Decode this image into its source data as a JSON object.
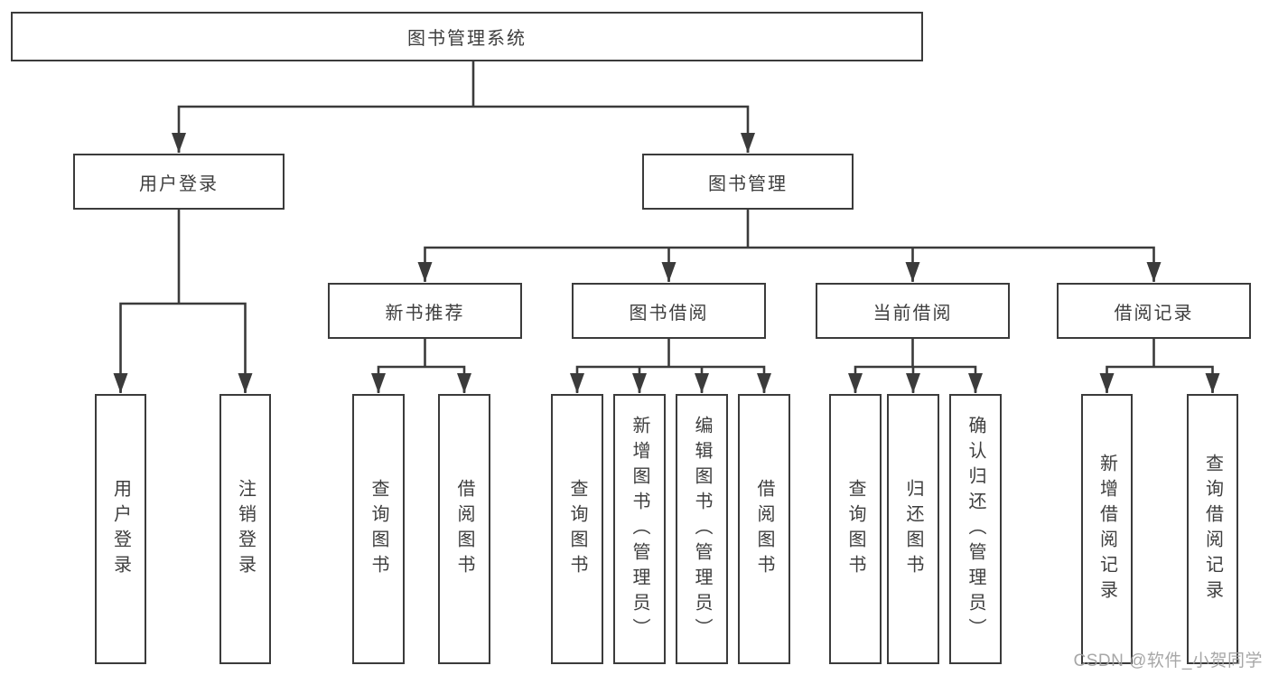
{
  "diagram": {
    "title_node": {
      "label": "图书管理系统"
    },
    "level2": [
      {
        "label": "用户登录"
      },
      {
        "label": "图书管理"
      }
    ],
    "level3": [
      {
        "label": "新书推荐"
      },
      {
        "label": "图书借阅"
      },
      {
        "label": "当前借阅"
      },
      {
        "label": "借阅记录"
      }
    ],
    "leaf_groups": [
      {
        "parent": "用户登录",
        "items": [
          "用户登录",
          "注销登录"
        ]
      },
      {
        "parent": "新书推荐",
        "items": [
          "查询图书",
          "借阅图书"
        ]
      },
      {
        "parent": "图书借阅",
        "items": [
          "查询图书",
          "新增图书（管理员）",
          "编辑图书（管理员）",
          "借阅图书"
        ]
      },
      {
        "parent": "当前借阅",
        "items": [
          "查询图书",
          "归还图书",
          "确认归还（管理员）"
        ]
      },
      {
        "parent": "借阅记录",
        "items": [
          "新增借阅记录",
          "查询借阅记录"
        ]
      }
    ]
  },
  "watermark": {
    "text": "CSDN @软件_小贺同学"
  },
  "colors": {
    "line": "#3b3b3b",
    "box_border": "#3b3b3b",
    "box_background": "#ffffff",
    "text": "#3e3e3e",
    "watermark": "#9e9e9e",
    "page_background": "#ffffff"
  }
}
